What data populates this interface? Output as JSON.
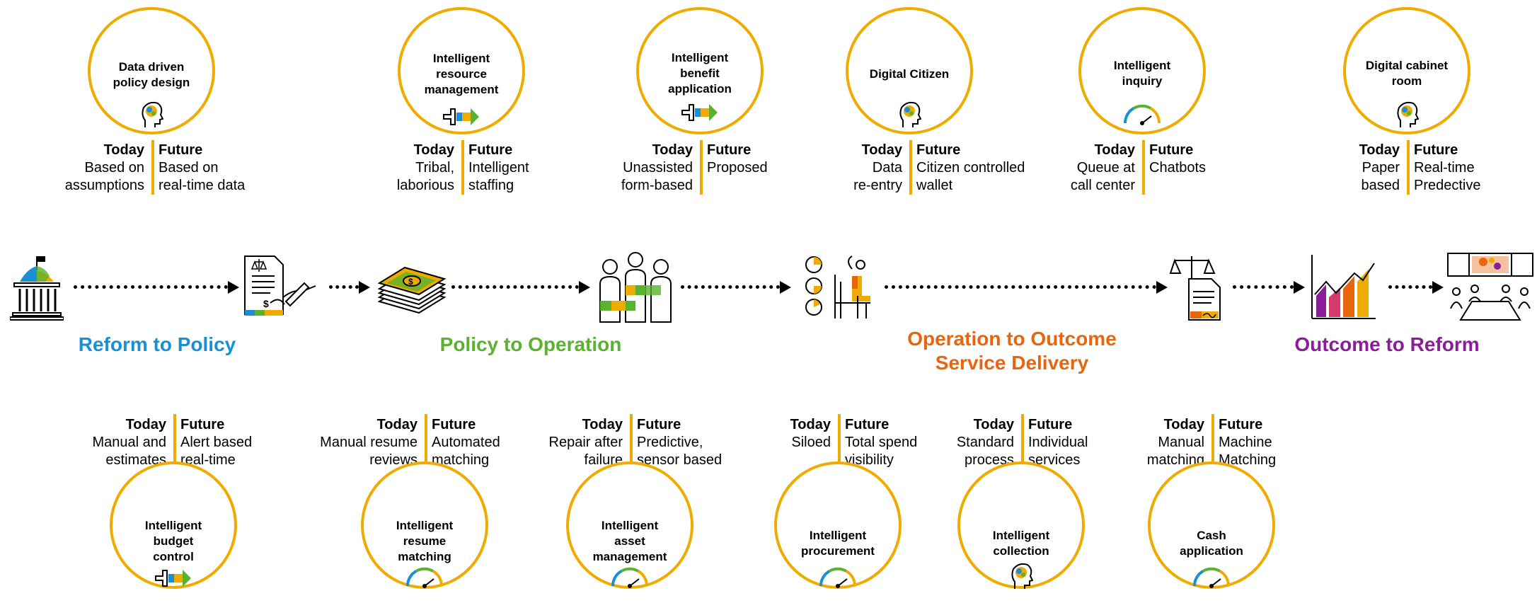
{
  "phases": [
    {
      "text": "Reform to Policy",
      "color": "#1b8fd6"
    },
    {
      "text": "Policy to Operation",
      "color": "#59b32e"
    },
    {
      "text": "Operation to Outcome\nService Delivery",
      "color": "#e8650e"
    },
    {
      "text": "Outcome to Reform",
      "color": "#8a1d99"
    }
  ],
  "top": [
    {
      "title": "Data driven\npolicy design",
      "icon": "brain-head-icon",
      "today_h": "Today",
      "today": "Based on\nassumptions",
      "future_h": "Future",
      "future": "Based on\nreal-time data"
    },
    {
      "title": "Intelligent\nresource\nmanagement",
      "icon": "automation-arrow-icon",
      "today_h": "Today",
      "today": "Tribal,\nlaborious",
      "future_h": "Future",
      "future": "Intelligent\nstaffing"
    },
    {
      "title": "Intelligent\nbenefit\napplication",
      "icon": "automation-arrow-icon",
      "today_h": "Today",
      "today": "Unassisted\nform-based",
      "future_h": "Future",
      "future": "Proposed"
    },
    {
      "title": "Digital  Citizen",
      "icon": "brain-head-icon",
      "today_h": "Today",
      "today": "Data\nre-entry",
      "future_h": "Future",
      "future": "Citizen controlled\nwallet"
    },
    {
      "title": "Intelligent\ninquiry",
      "icon": "gauge-icon",
      "today_h": "Today",
      "today": "Queue at\ncall center",
      "future_h": "Future",
      "future": "Chatbots"
    },
    {
      "title": "Digital cabinet\nroom",
      "icon": "brain-head-icon",
      "today_h": "Today",
      "today": "Paper\nbased",
      "future_h": "Future",
      "future": "Real-time\nPredective"
    }
  ],
  "bottom": [
    {
      "title": "Intelligent\nbudget\ncontrol",
      "icon": "automation-arrow-icon",
      "today_h": "Today",
      "today": "Manual and\nestimates",
      "future_h": "Future",
      "future": "Alert based\nreal-time"
    },
    {
      "title": "Intelligent\nresume\nmatching",
      "icon": "gauge-icon",
      "today_h": "Today",
      "today": "Manual resume\nreviews",
      "future_h": "Future",
      "future": "Automated\nmatching"
    },
    {
      "title": "Intelligent\nasset\nmanagement",
      "icon": "gauge-icon",
      "today_h": "Today",
      "today": "Repair after\nfailure",
      "future_h": "Future",
      "future": "Predictive,\nsensor based"
    },
    {
      "title": "Intelligent\nprocurement",
      "icon": "gauge-icon",
      "today_h": "Today",
      "today": "Siloed",
      "future_h": "Future",
      "future": "Total spend\nvisibility"
    },
    {
      "title": "Intelligent\ncollection",
      "icon": "brain-head-icon",
      "today_h": "Today",
      "today": "Standard\nprocess",
      "future_h": "Future",
      "future": "Individual\nservices"
    },
    {
      "title": "Cash\napplication",
      "icon": "gauge-icon",
      "today_h": "Today",
      "today": "Manual\nmatching",
      "future_h": "Future",
      "future": "Machine\nMatching"
    }
  ],
  "flow_icons": [
    "capitol-building-icon",
    "signed-invoice-icon",
    "money-stack-icon",
    "people-group-icon",
    "workplace-clocks-icon",
    "legal-document-icon",
    "bar-chart-icon",
    "cabinet-meeting-icon"
  ],
  "colors": {
    "accent": "#f0ab00"
  }
}
